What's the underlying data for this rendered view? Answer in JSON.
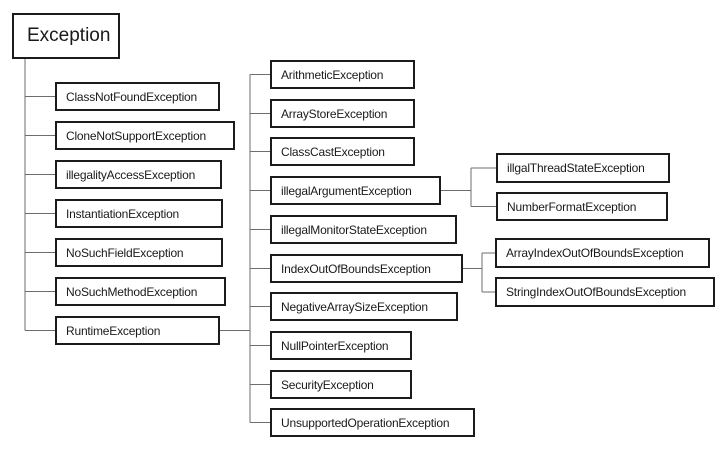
{
  "colors": {
    "background": "#ffffff",
    "box_border": "#1b1b1b",
    "connector_line": "#6e6e6e",
    "text": "#1a1a1a"
  },
  "diagram": {
    "root": {
      "label": "Exception"
    },
    "exception_children": [
      {
        "label": "ClassNotFoundException"
      },
      {
        "label": "CloneNotSupportException"
      },
      {
        "label": "illegalityAccessException"
      },
      {
        "label": "InstantiationException"
      },
      {
        "label": "NoSuchFieldException"
      },
      {
        "label": "NoSuchMethodException"
      },
      {
        "label": "RuntimeException"
      }
    ],
    "runtime_children": [
      {
        "label": "ArithmeticException"
      },
      {
        "label": "ArrayStoreException"
      },
      {
        "label": "ClassCastException"
      },
      {
        "label": "illegalArgumentException"
      },
      {
        "label": "illegalMonitorStateException"
      },
      {
        "label": "IndexOutOfBoundsException"
      },
      {
        "label": "NegativeArraySizeException"
      },
      {
        "label": "NullPointerException"
      },
      {
        "label": "SecurityException"
      },
      {
        "label": "UnsupportedOperationException"
      }
    ],
    "illegal_argument_children": [
      {
        "label": "illgalThreadStateException"
      },
      {
        "label": "NumberFormatException"
      }
    ],
    "index_out_of_bounds_children": [
      {
        "label": "ArrayIndexOutOfBoundsException"
      },
      {
        "label": "StringIndexOutOfBoundsException"
      }
    ]
  }
}
